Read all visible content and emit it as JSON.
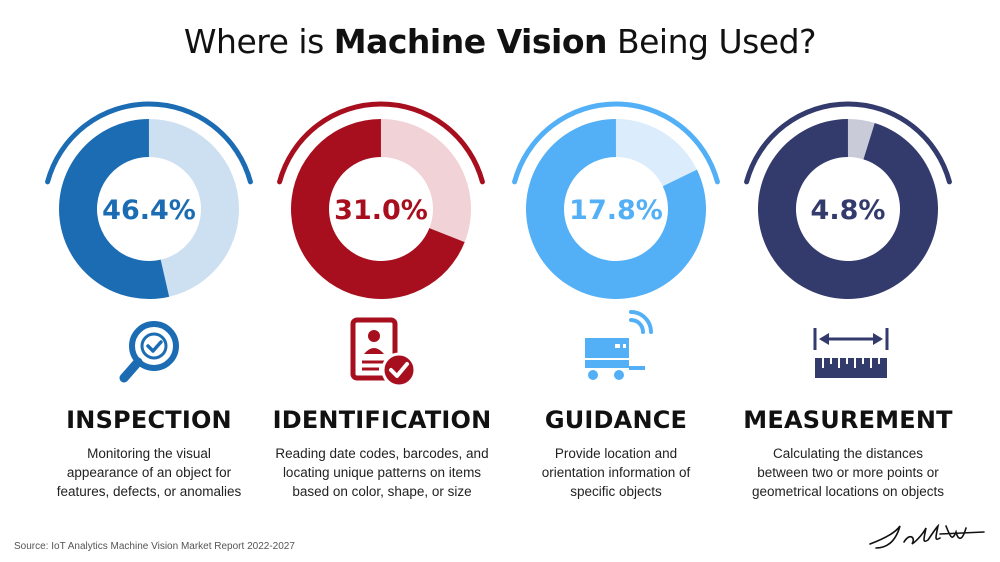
{
  "title": {
    "prefix": "Where is ",
    "emphasis": "Machine Vision",
    "suffix": " Being Used?"
  },
  "chart_data": {
    "type": "pie",
    "title": "Where is Machine Vision Being Used?",
    "categories": [
      "INSPECTION",
      "IDENTIFICATION",
      "GUIDANCE",
      "MEASUREMENT"
    ],
    "values": [
      46.4,
      31.0,
      17.8,
      4.8
    ],
    "labels": [
      "46.4%",
      "31.0%",
      "17.8%",
      "4.8%"
    ],
    "colors": {
      "primary": [
        "#1c6cb4",
        "#a80f1e",
        "#53b0f6",
        "#333a6c"
      ],
      "light": [
        "#cde0f1",
        "#f0d2d7",
        "#dbecfc",
        "#cacbd8"
      ]
    }
  },
  "cards": [
    {
      "name": "INSPECTION",
      "icon": "magnifier-check-icon",
      "desc": "Monitoring the visual\nappearance of an object for\nfeatures, defects, or anomalies"
    },
    {
      "name": "IDENTIFICATION",
      "icon": "id-badge-check-icon",
      "desc": "Reading date codes, barcodes, and\nlocating unique patterns on items\nbased on color, shape, or size"
    },
    {
      "name": "GUIDANCE",
      "icon": "robot-cart-wifi-icon",
      "desc": "Provide location and\norientation information of\nspecific objects"
    },
    {
      "name": "MEASUREMENT",
      "icon": "ruler-arrow-icon",
      "desc": "Calculating the distances\nbetween two or more points or\ngeometrical locations on objects"
    }
  ],
  "source": "Source: IoT Analytics Machine Vision Market Report 2022-2027"
}
